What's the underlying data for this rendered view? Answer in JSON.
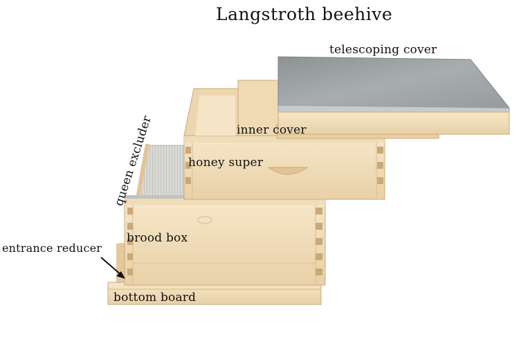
{
  "title": "Langstroth beehive",
  "labels": {
    "telescoping_cover": "telescoping cover",
    "inner_cover": "inner cover",
    "honey_super": "honey super",
    "queen_excluder": "queen excluder",
    "brood_box": "brood box",
    "entrance_reducer": "entrance reducer",
    "bottom_board": "bottom board"
  },
  "colors": {
    "wood_light": "#f3dfbd",
    "wood_mid": "#e8cfa3",
    "wood_dark": "#c9a979",
    "metal": "#9ea3a6",
    "metal_edge": "#c8cbcd"
  }
}
